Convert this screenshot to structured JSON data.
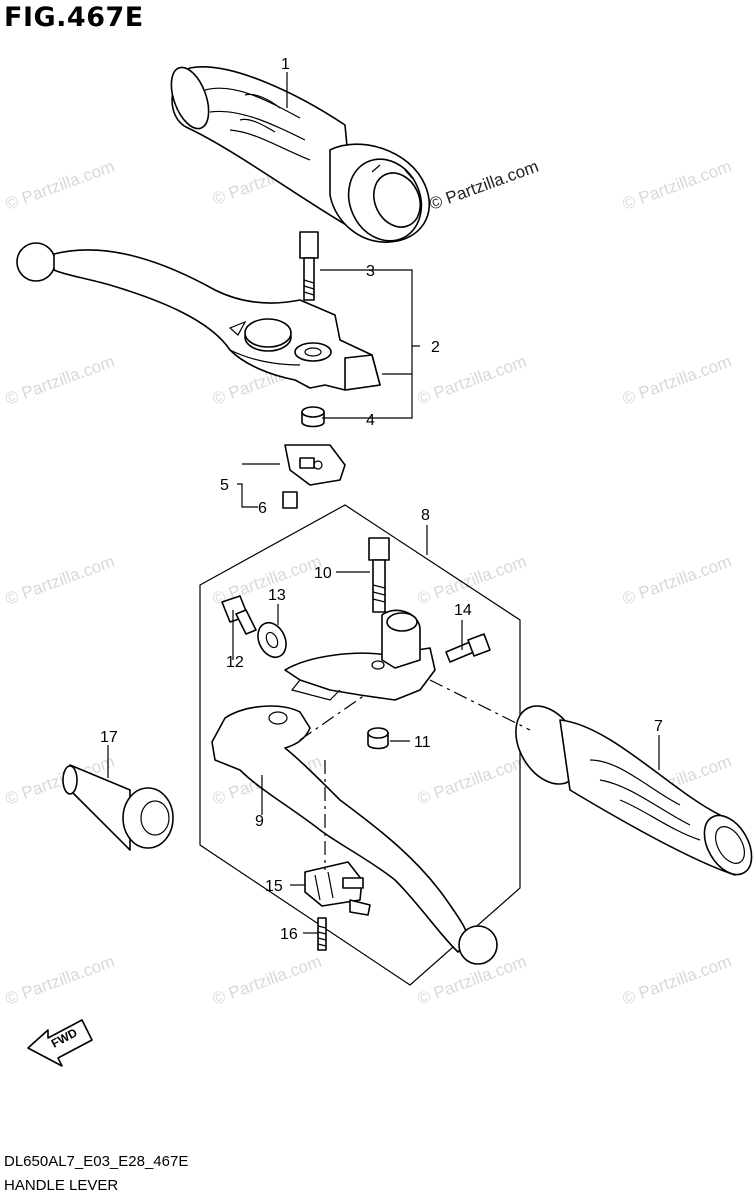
{
  "figure": {
    "title": "FIG.467E",
    "code": "DL650AL7_E03_E28_467E",
    "name": "HANDLE LEVER"
  },
  "watermark": {
    "text": "© Partzilla.com"
  },
  "fwd_label": "FWD",
  "callouts": [
    "1",
    "2",
    "3",
    "4",
    "5",
    "6",
    "7",
    "8",
    "9",
    "10",
    "11",
    "12",
    "13",
    "14",
    "15",
    "16",
    "17"
  ],
  "colors": {
    "line": "#000000",
    "watermark": "#d8d8d8",
    "background": "#ffffff"
  }
}
